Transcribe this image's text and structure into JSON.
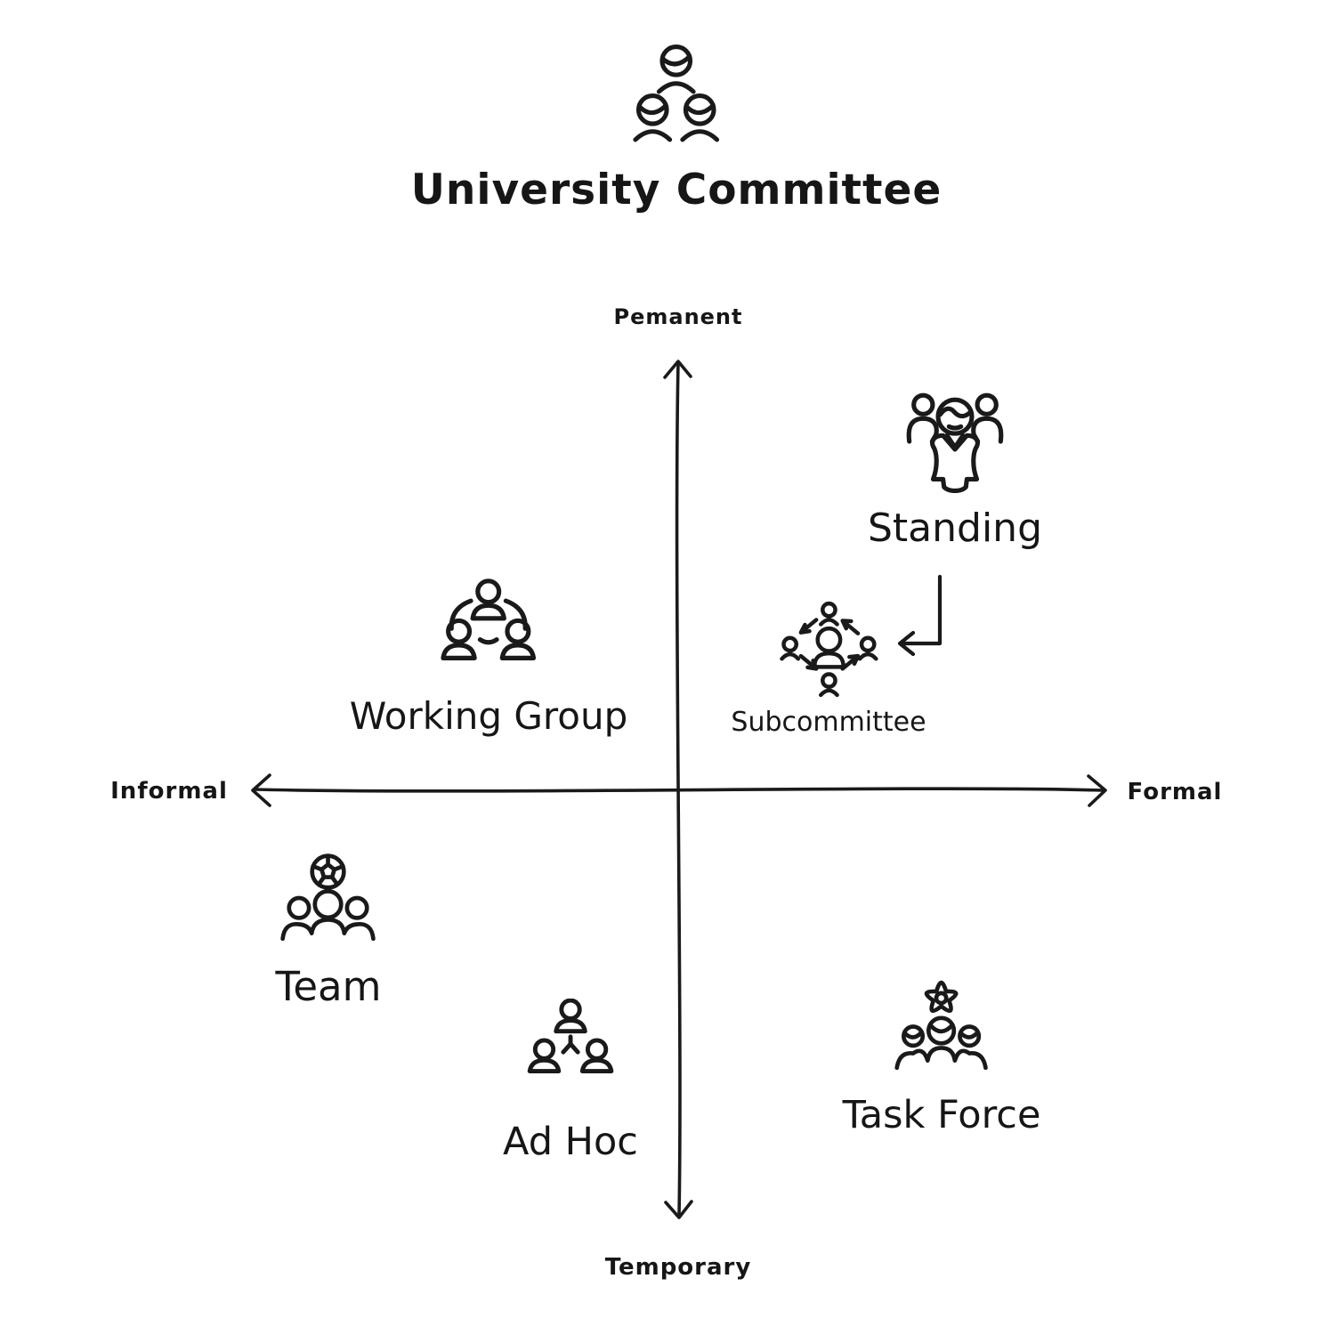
{
  "page": {
    "background": "#ffffff",
    "ink": "#1a1a1a",
    "kind": "quadrant-diagram"
  },
  "header": {
    "title": "University Committee",
    "icon": "committee-people-icon"
  },
  "axes": {
    "vertical_top_label": "Pemanent",
    "vertical_bottom_label": "Temporary",
    "horizontal_left_label": "Informal",
    "horizontal_right_label": "Formal"
  },
  "items": {
    "working_group": {
      "label": "Working Group",
      "icon": "networked-people-icon",
      "quadrant": "informal-permanent"
    },
    "standing": {
      "label": "Standing",
      "icon": "people-group-icon",
      "quadrant": "formal-permanent"
    },
    "subcommittee": {
      "label": "Subcommittee",
      "icon": "delegation-people-icon",
      "quadrant": "formal-permanent"
    },
    "team": {
      "label": "Team",
      "icon": "soccer-ball-team-icon",
      "quadrant": "informal-temporary"
    },
    "ad_hoc": {
      "label": "Ad Hoc",
      "icon": "triad-people-icon",
      "quadrant": "informal-temporary"
    },
    "task_force": {
      "label": "Task Force",
      "icon": "gear-people-icon",
      "quadrant": "formal-temporary"
    }
  },
  "connector": {
    "from": "Standing",
    "to": "Subcommittee",
    "shape": "elbow-arrow-left"
  }
}
